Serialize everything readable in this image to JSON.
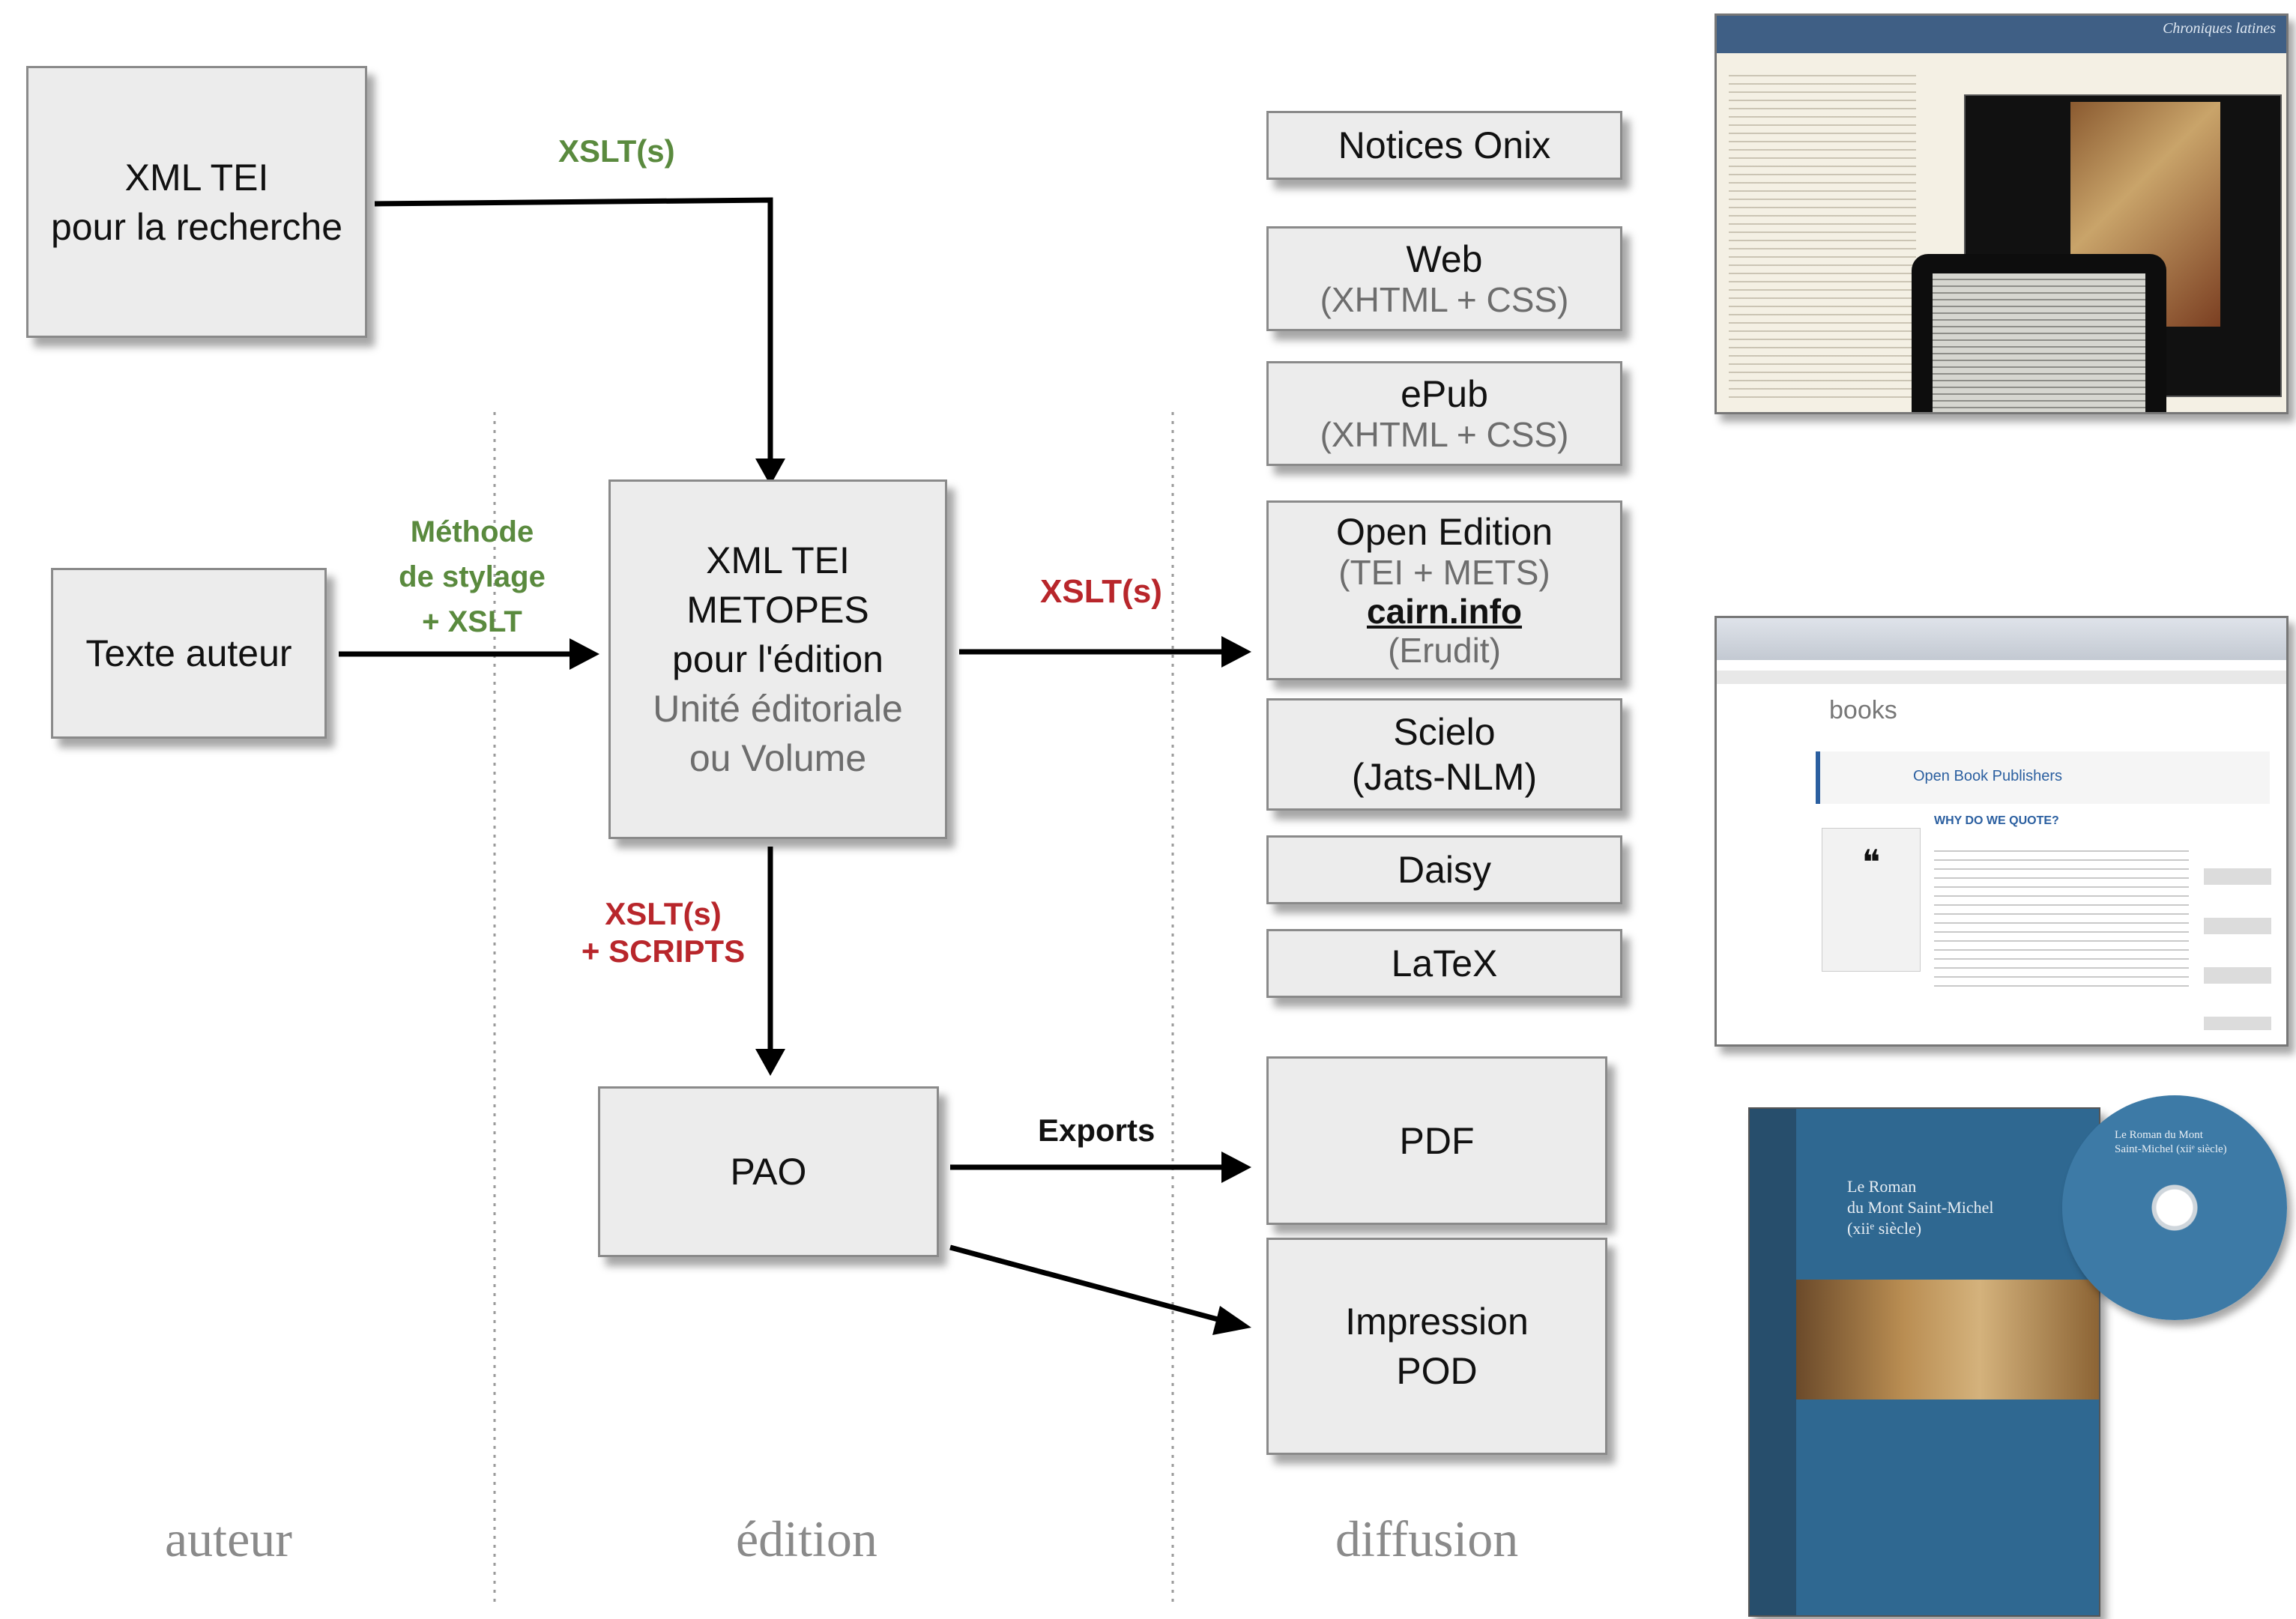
{
  "boxes": {
    "xml_tei_recherche": [
      "XML TEI",
      "pour la recherche"
    ],
    "texte_auteur": "Texte auteur",
    "xml_tei_metopes": [
      "XML TEI",
      "METOPES",
      "pour l'édition"
    ],
    "xml_tei_metopes_sub": [
      "Unité éditoriale",
      "ou Volume"
    ],
    "pao": "PAO"
  },
  "labels": {
    "xslt_top": "XSLT(s)",
    "methode": [
      "Méthode",
      "de stylage",
      "+ XSLT"
    ],
    "xslt_mid": "XSLT(s)",
    "xslt_scripts": [
      "XSLT(s)",
      "+ SCRIPTS"
    ],
    "exports": "Exports"
  },
  "outputs": {
    "notices": "Notices Onix",
    "web": [
      "Web",
      "(XHTML + CSS)"
    ],
    "epub": [
      "ePub",
      "(XHTML + CSS)"
    ],
    "openedition": [
      "Open Edition",
      "(TEI + METS)",
      "cairn.info",
      "(Erudit)"
    ],
    "scielo": [
      "Scielo",
      "(Jats-NLM)"
    ],
    "daisy": "Daisy",
    "latex": "LaTeX",
    "pdf": "PDF",
    "impression": [
      "Impression",
      "POD"
    ]
  },
  "columns": {
    "auteur": "auteur",
    "edition": "édition",
    "diffusion": "diffusion"
  },
  "screens": {
    "chroniques": "Chroniques latines",
    "books_logo": "books",
    "books_publisher": "Open Book Publishers",
    "book_title": "WHY DO WE QUOTE?",
    "cover_title": [
      "Le Roman",
      "du Mont Saint-Michel",
      "(xiiᵉ siècle)"
    ],
    "cd_title": [
      "Le Roman du Mont",
      "Saint-Michel (xiiᵉ siècle)"
    ]
  },
  "colors": {
    "green": "#5a8a3e",
    "red": "#b8262b",
    "box_fill": "#ececec",
    "column_label": "#8a8a8a"
  }
}
